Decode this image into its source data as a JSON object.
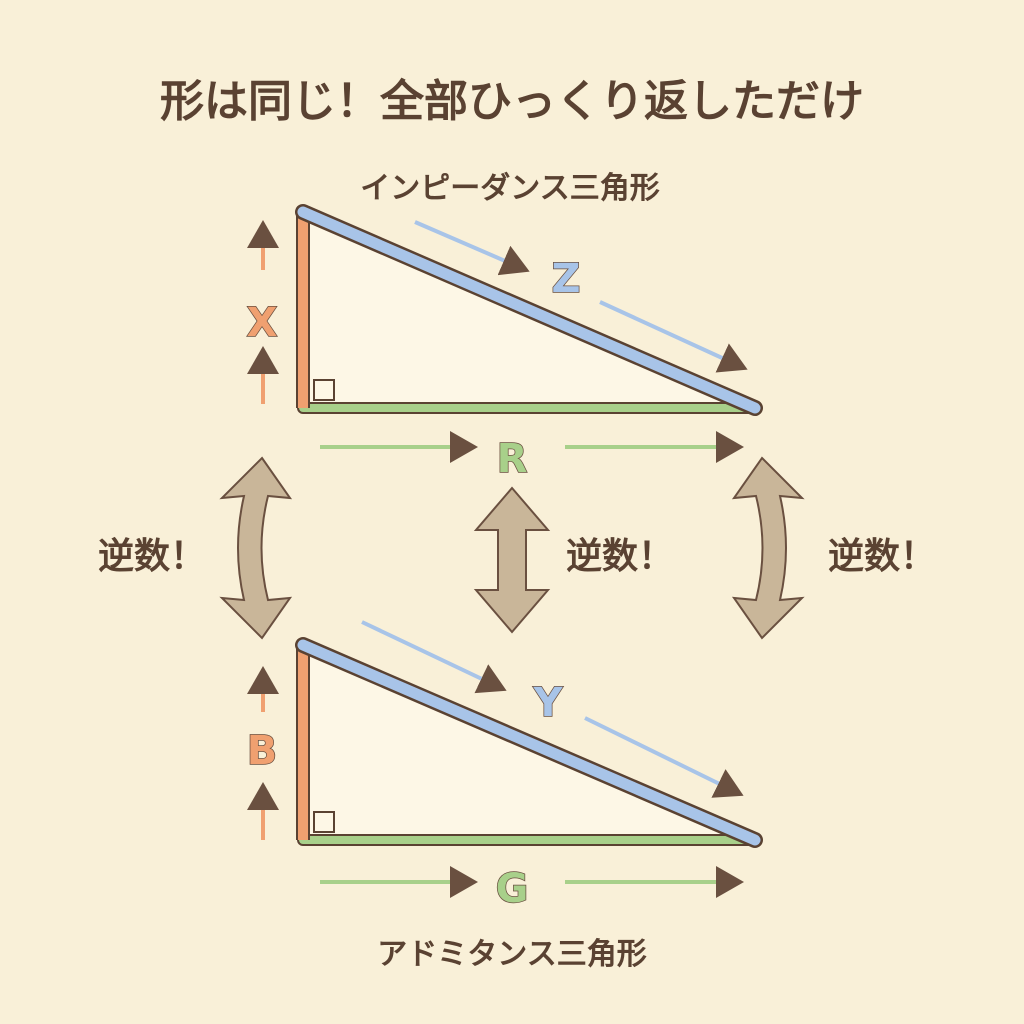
{
  "title": "形は同じ！全部ひっくり返しただけ",
  "impedance": {
    "caption": "インピーダンス三角形",
    "vertical": "X",
    "hypotenuse": "Z",
    "base": "R"
  },
  "admittance": {
    "caption": "アドミタンス三角形",
    "vertical": "B",
    "hypotenuse": "Y",
    "base": "G"
  },
  "reciprocal_labels": [
    "逆数！",
    "逆数！",
    "逆数！"
  ],
  "colors": {
    "background": "#f9f0d8",
    "vertical": "#f0a070",
    "hypotenuse": "#a8c4e8",
    "base": "#a8d08a",
    "swap_arrow": "#c9b699",
    "text": "#5a4232"
  }
}
